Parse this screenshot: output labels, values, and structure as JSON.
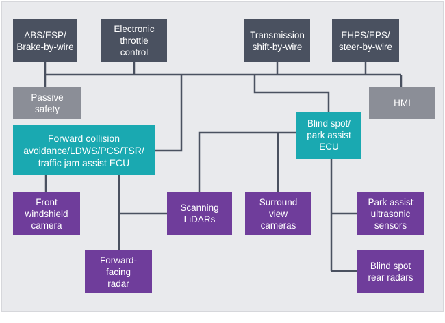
{
  "nodes": {
    "abs": "ABS/ESP/\nBrake-by-wire",
    "throttle": "Electronic\nthrottle\ncontrol",
    "transmission": "Transmission\nshift-by-wire",
    "ehps": "EHPS/EPS/\nsteer-by-wire",
    "passive": "Passive\nsafety",
    "hmi": "HMI",
    "forward_ecu": "Forward collision\navoidance/LDWS/PCS/TSR/\ntraffic jam assist ECU",
    "blindspot_ecu": "Blind spot/\npark assist\nECU",
    "front_camera": "Front\nwindshield\ncamera",
    "lidar": "Scanning\nLiDARs",
    "surround": "Surround\nview\ncameras",
    "park_sensors": "Park assist\nultrasonic\nsensors",
    "forward_radar": "Forward-\nfacing\nradar",
    "rear_radars": "Blind spot\nrear radars"
  },
  "colors": {
    "actuator": "#4a5160",
    "secondary": "#8b8e97",
    "ecu": "#1aa9b1",
    "sensor": "#6f3d9b",
    "connector": "#4a5160"
  }
}
